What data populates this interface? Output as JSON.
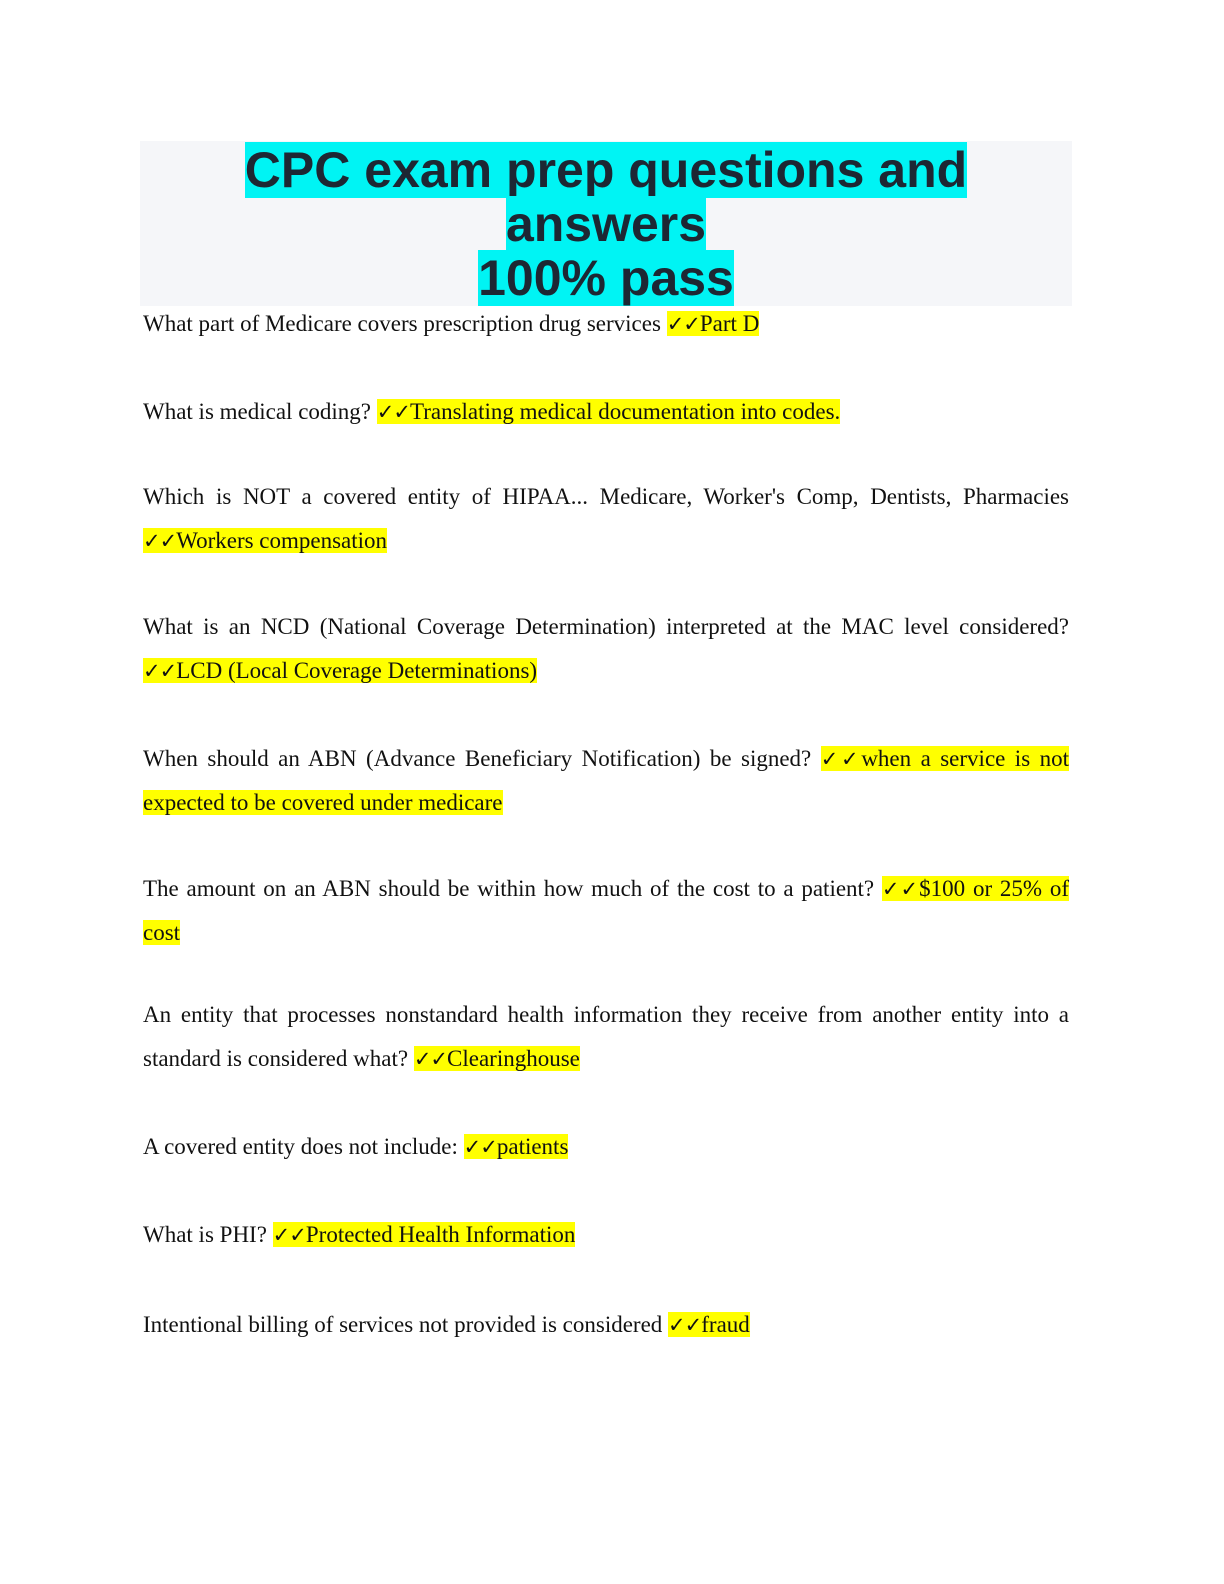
{
  "document": {
    "title_line1": "CPC exam prep questions and answers",
    "title_line2": "100% pass"
  },
  "check_mark": "✓✓",
  "qa": [
    {
      "q": "What part of Medicare covers prescription drug services ",
      "a": "Part D"
    },
    {
      "q": "What is medical coding? ",
      "a": "Translating medical documentation into codes."
    },
    {
      "q": "Which is NOT a covered entity of HIPAA... Medicare, Worker's Comp, Dentists, Pharmacies ",
      "a": "Workers compensation"
    },
    {
      "q": "What is an NCD (National Coverage Determination) interpreted at the MAC level considered? ",
      "a": "LCD (Local Coverage Determinations)"
    },
    {
      "q": "When should an ABN (Advance Beneficiary Notification) be signed? ",
      "a": "when a service is not expected to be covered under medicare"
    },
    {
      "q": "The amount on an ABN should be within how much of the cost to a patient? ",
      "a": "$100 or 25% of cost"
    },
    {
      "q": "An entity that processes nonstandard health information they receive from another entity into a standard is considered what? ",
      "a": "Clearinghouse"
    },
    {
      "q": "A covered entity does not include: ",
      "a": "patients"
    },
    {
      "q": "What is PHI? ",
      "a": "Protected Health Information"
    },
    {
      "q": "Intentional billing of services not provided is considered ",
      "a": "fraud"
    }
  ]
}
